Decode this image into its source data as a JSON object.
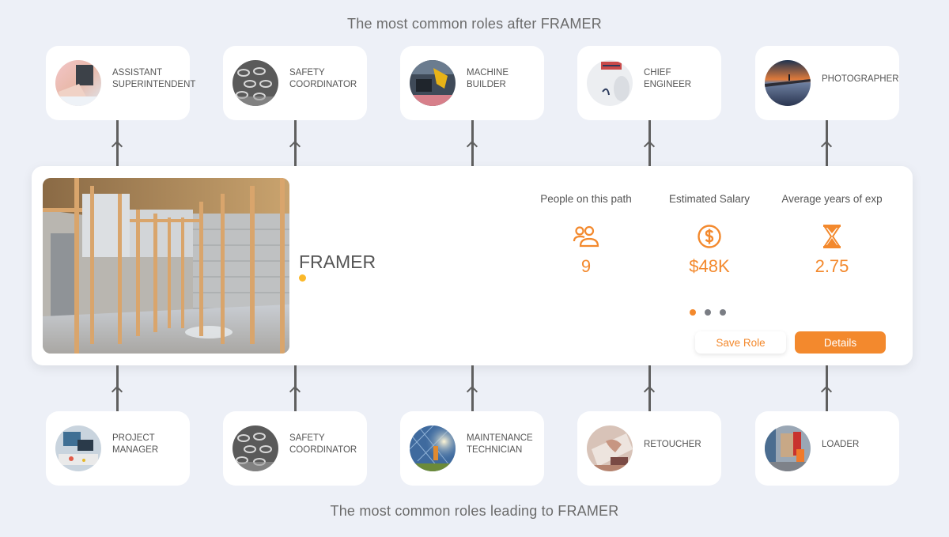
{
  "headings": {
    "top": "The most common roles after FRAMER",
    "bottom": "The most common roles leading to FRAMER"
  },
  "next_roles": [
    {
      "label": "ASSISTANT\nSUPERINTENDENT",
      "image": "office-work-photo"
    },
    {
      "label": "SAFETY\nCOORDINATOR",
      "image": "safety-glasses-photo"
    },
    {
      "label": "MACHINE\nBUILDER",
      "image": "industrial-machine-photo"
    },
    {
      "label": "CHIEF\nENGINEER",
      "image": "engineering-drawing-photo"
    },
    {
      "label": "PHOTOGRAPHER",
      "image": "pier-sunset-photo"
    }
  ],
  "previous_roles": [
    {
      "label": "PROJECT\nMANAGER",
      "image": "team-meeting-photo"
    },
    {
      "label": "SAFETY\nCOORDINATOR",
      "image": "safety-glasses-photo"
    },
    {
      "label": "MAINTENANCE\nTECHNICIAN",
      "image": "solar-panel-photo"
    },
    {
      "label": "RETOUCHER",
      "image": "laptop-typing-photo"
    },
    {
      "label": "LOADER",
      "image": "warehouse-photo"
    }
  ],
  "current_role": {
    "name": "FRAMER",
    "image": "wood-framing-interior-photo",
    "stats": [
      {
        "label": "People on this path",
        "icon": "people-icon",
        "value": "9"
      },
      {
        "label": "Estimated Salary",
        "icon": "dollar-circle-icon",
        "value": "$48K"
      },
      {
        "label": "Average years of exp",
        "icon": "hourglass-icon",
        "value": "2.75"
      }
    ],
    "pagination": {
      "total": 3,
      "active": 0
    },
    "actions": {
      "save_label": "Save Role",
      "details_label": "Details"
    }
  },
  "colors": {
    "accent": "#f3892d",
    "dot": "#fbb829",
    "background": "#edf0f7",
    "connector": "#5f5f5f"
  }
}
